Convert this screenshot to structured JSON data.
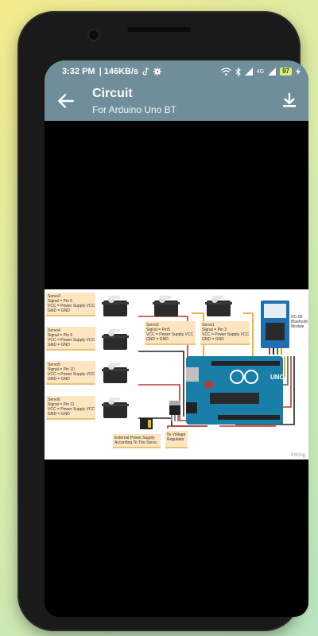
{
  "status": {
    "time": "3:32 PM",
    "speed": "| 146KB/s",
    "battery": "97",
    "network": "4G"
  },
  "appbar": {
    "title": "Circuit",
    "subtitle": "For Arduino Uno BT"
  },
  "circuit": {
    "servo_notes": [
      {
        "name": "Servo3",
        "signal": "Signal = Pin 6",
        "vcc": "VCC = Power Supply VCC",
        "gnd": "GND = GND"
      },
      {
        "name": "Servo4",
        "signal": "Signal = Pin 9",
        "vcc": "VCC = Power Supply VCC",
        "gnd": "GND = GND"
      },
      {
        "name": "Servo5",
        "signal": "Signal = Pin 10",
        "vcc": "VCC = Power Supply VCC",
        "gnd": "GND = GND"
      },
      {
        "name": "Servo6",
        "signal": "Signal = Pin 11",
        "vcc": "VCC = Power Supply VCC",
        "gnd": "GND = GND"
      },
      {
        "name": "Servo2",
        "signal": "Signal = Pin5",
        "vcc": "VCC = Power Supply VCC",
        "gnd": "GND = GND"
      },
      {
        "name": "Servo1",
        "signal": "Signal = Pin 3",
        "vcc": "VCC = Power Supply VCC",
        "gnd": "GND = GND"
      }
    ],
    "bt_module": "HC-05 Bluetooth Module",
    "power_supply": "External Power Supply According To The Servo",
    "regulator": "5v Voltage Regulator",
    "board_label": "UNO",
    "watermark": "fritzing"
  },
  "colors": {
    "appbar": "#6f8e99",
    "board": "#1a7fa8",
    "note_bg": "#fde5bf"
  }
}
